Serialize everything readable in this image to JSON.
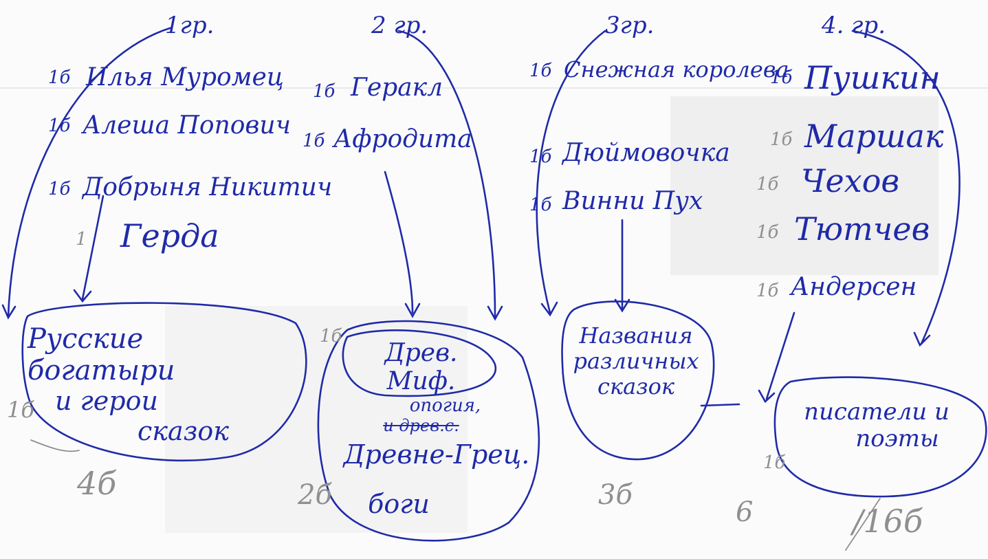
{
  "printed_background": {
    "top_line": "",
    "mid_line_1": "",
    "mid_line_2": "",
    "fig_caption_1": "",
    "fig_caption_2": ""
  },
  "groups": [
    {
      "heading": "1гр.",
      "items": [
        {
          "score": "1б",
          "name": "Илья Муромец"
        },
        {
          "score": "1б",
          "name": "Алеша Попович"
        },
        {
          "score": "1б",
          "name": "Добрыня Никитич"
        },
        {
          "score": "1",
          "name": "Герда"
        }
      ],
      "category": {
        "lines": [
          "Русские богатыри",
          "и герои",
          "сказок"
        ],
        "score": "1б"
      },
      "total": "4б"
    },
    {
      "heading": "2 гр.",
      "items": [
        {
          "score": "1б",
          "name": "Геракл"
        },
        {
          "score": "1б",
          "name": "Афродита"
        }
      ],
      "category": {
        "lines": [
          "Древ. Миф.",
          "опогия,"
        ],
        "struck": "и древ.с.",
        "extra_lines": [
          "Древне-Грец.",
          "боги"
        ],
        "score": "1б"
      },
      "total": "2б"
    },
    {
      "heading": "3гр.",
      "items": [
        {
          "score": "1б",
          "name": "Снежная королева"
        },
        {
          "score": "1б",
          "name": "Дюймовочка"
        },
        {
          "score": "1б",
          "name": "Винни Пух"
        }
      ],
      "category": {
        "lines": [
          "Названия",
          "различных",
          "сказок"
        ]
      },
      "total": "3б"
    },
    {
      "heading": "4. гр.",
      "items": [
        {
          "score": "1б",
          "name": "Пушкин"
        },
        {
          "score": "1б",
          "name": "Маршак"
        },
        {
          "score": "1б",
          "name": "Чехов"
        },
        {
          "score": "1б",
          "name": "Тютчев"
        },
        {
          "score": "1б",
          "name": "Андерсен"
        }
      ],
      "category": {
        "lines": [
          "писатели и",
          "поэты"
        ],
        "score": "1б"
      },
      "total": "6"
    }
  ],
  "grand_total": "/16б",
  "colors": {
    "ink": "#1f2aa8",
    "pencil": "#8f8f8f",
    "paper": "#fbfbfb"
  }
}
